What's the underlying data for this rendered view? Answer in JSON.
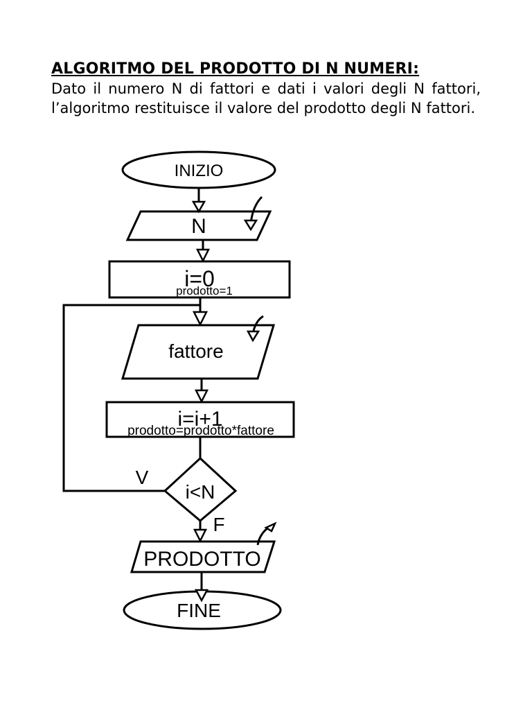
{
  "header": {
    "title": "ALGORITMO DEL PRODOTTO DI N NUMERI:",
    "description": "Dato il numero N di fattori e dati i valori degli N fattori, l’algoritmo restituisce il valore del prodotto degli N fattori."
  },
  "flowchart": {
    "start_label": "INIZIO",
    "input_n_label": "N",
    "init_line1": "i=0",
    "init_line2": "prodotto=1",
    "input_factor_label": "fattore",
    "update_line1": "i=i+1",
    "update_line2": "prodotto=prodotto*fattore",
    "decision_label": "i<N",
    "true_label": "V",
    "false_label": "F",
    "output_label": "PRODOTTO",
    "end_label": "FINE"
  }
}
